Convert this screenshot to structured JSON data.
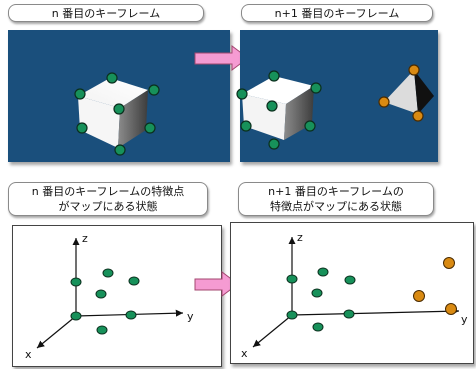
{
  "labels": {
    "frame_n": "n 番目のキーフレーム",
    "frame_n1": "n+1 番目のキーフレーム",
    "map_n_line1": "n 番目のキーフレームの特徴点",
    "map_n_line2": "がマップにある状態",
    "map_n1_line1": "n+1 番目のキーフレームの",
    "map_n1_line2": "特徴点がマップにある状態"
  },
  "axes": {
    "x": "x",
    "y": "y",
    "z": "z"
  },
  "colors": {
    "panel_background": "#1a4f7c",
    "feature_point_green": "#17915a",
    "feature_point_orange": "#d98a12",
    "arrow_fill": "#f59bd2"
  }
}
